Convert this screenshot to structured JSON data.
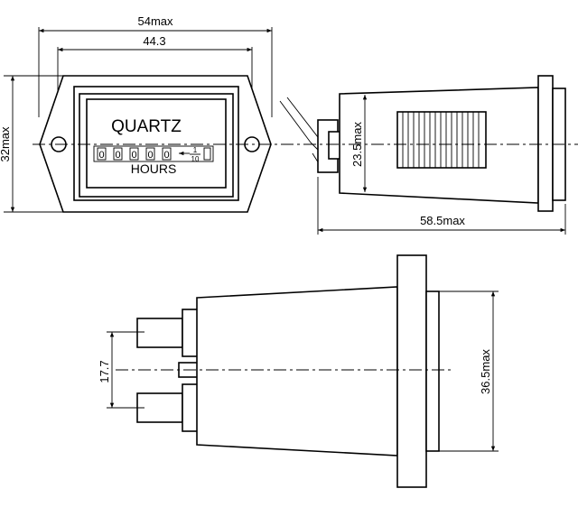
{
  "front_view": {
    "label_brand": "QUARTZ",
    "label_unit": "HOURS",
    "counter_digits": [
      "0",
      "0",
      "0",
      "0",
      "0"
    ],
    "tenths_top": "1",
    "tenths_bottom": "10"
  },
  "dimensions": {
    "overall_width": "54max",
    "hole_spacing": "44.3",
    "overall_height": "32max",
    "body_height": "23.5max",
    "depth": "58.5max",
    "terminal_spacing": "17.7",
    "flange_height": "36.5max"
  }
}
